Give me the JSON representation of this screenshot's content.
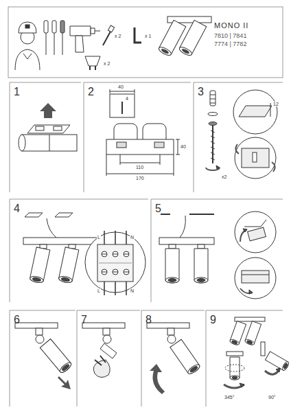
{
  "diagram": {
    "nodes": [
      {
        "text": [
          "MONO II",
          "7810 | 7841",
          "7774 | 7782"
        ]
      },
      {
        "text": [
          "1"
        ]
      },
      {
        "text": [
          "2"
        ]
      },
      {
        "text": [
          "3"
        ]
      },
      {
        "text": [
          "4"
        ]
      },
      {
        "text": [
          "5"
        ]
      },
      {
        "text": [
          "6"
        ]
      },
      {
        "text": [
          "7"
        ]
      },
      {
        "text": [
          "8"
        ]
      },
      {
        "text": [
          "9"
        ]
      }
    ],
    "labels": [
      "x 2",
      "x 1",
      "x 2",
      "40",
      "4",
      "40",
      "110",
      "170",
      "12",
      "x2",
      "L",
      "N",
      "L",
      "N",
      "345°",
      "90°"
    ]
  }
}
